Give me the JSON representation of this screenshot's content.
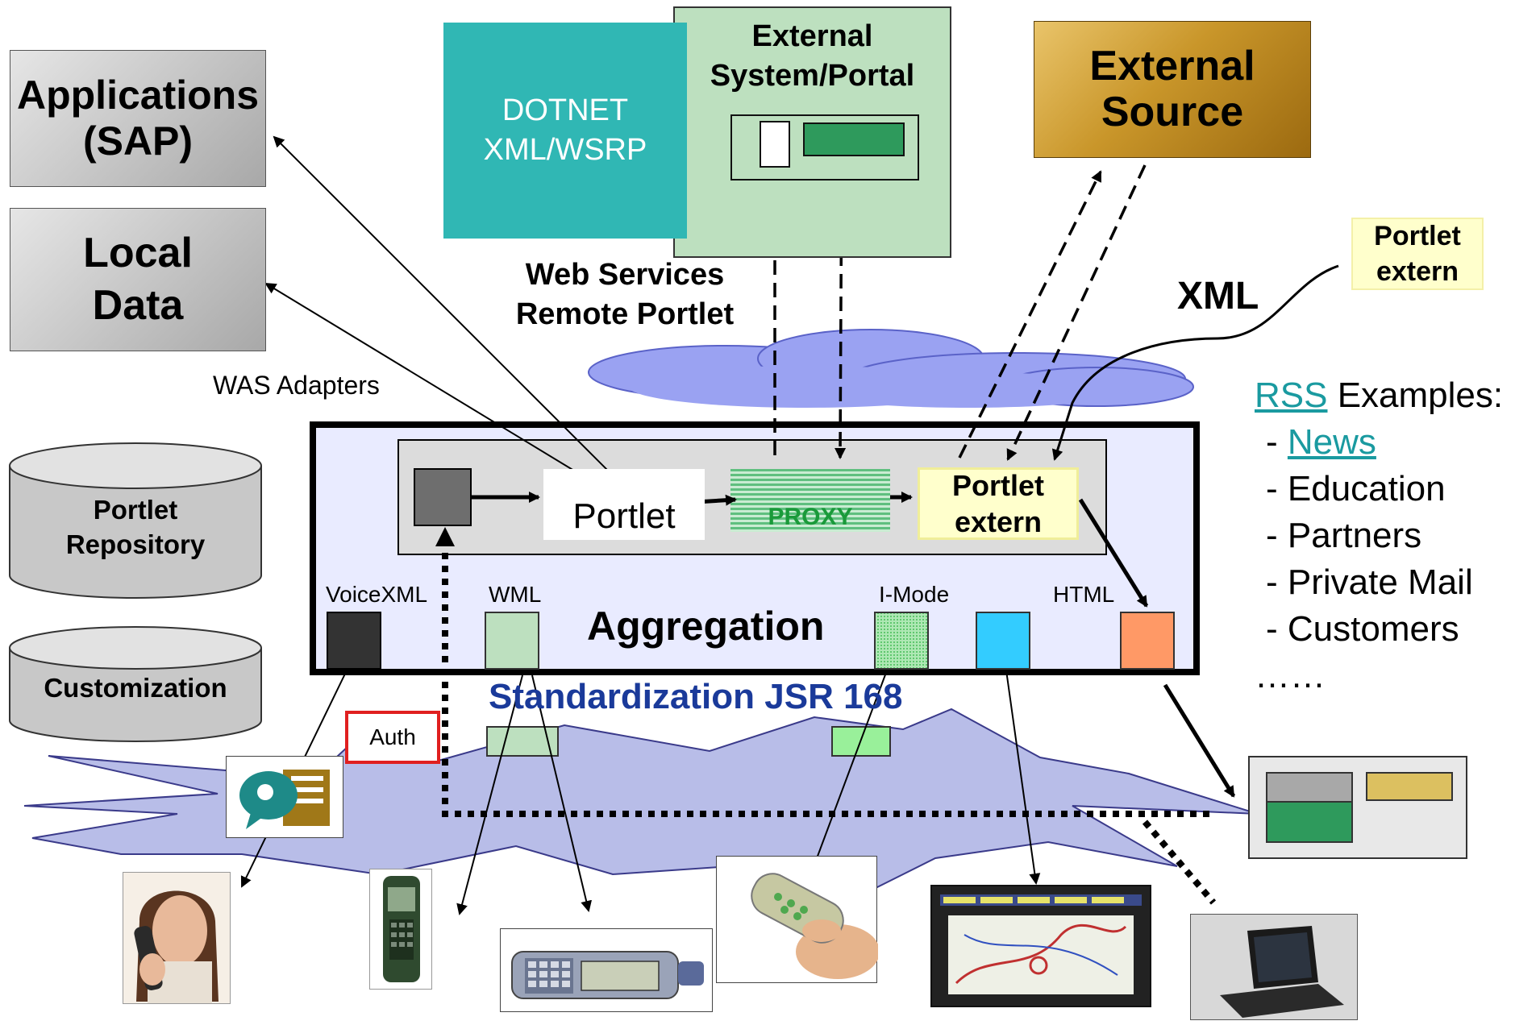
{
  "applications": {
    "line1": "Applications",
    "line2": "(SAP)"
  },
  "local_data": {
    "line1": "Local",
    "line2": "Data"
  },
  "portlet_repository": {
    "line1": "Portlet",
    "line2": "Repository"
  },
  "customization": {
    "label": "Customization"
  },
  "dotnet": {
    "line1": "DOTNET",
    "line2": "XML/WSRP"
  },
  "external_system": {
    "line1": "External",
    "line2": "System/Portal"
  },
  "external_source": {
    "line1": "External",
    "line2": "Source"
  },
  "web_services": {
    "line1": "Web Services",
    "line2": "Remote Portlet"
  },
  "xml_label": "XML",
  "portlet_extern_top": {
    "line1": "Portlet",
    "line2": "extern"
  },
  "was_adapters": "WAS Adapters",
  "aggregation": {
    "portlet": "Portlet",
    "proxy": "PROXY",
    "portlet_extern": {
      "line1": "Portlet",
      "line2": "extern"
    },
    "title": "Aggregation",
    "channels": {
      "voicexml": "VoiceXML",
      "wml": "WML",
      "imode": "I-Mode",
      "html": "HTML"
    }
  },
  "standardization": "Standardization JSR 168",
  "auth": "Auth",
  "rss": {
    "link": "RSS",
    "title_rest": " Examples:",
    "items": [
      {
        "prefix": "- ",
        "text": "News",
        "link": true
      },
      {
        "prefix": "- ",
        "text": "Education",
        "link": false
      },
      {
        "prefix": "- ",
        "text": "Partners",
        "link": false
      },
      {
        "prefix": "- ",
        "text": "Private Mail",
        "link": false
      },
      {
        "prefix": "- ",
        "text": "Customers",
        "link": false
      }
    ],
    "ellipsis": "……"
  },
  "colors": {
    "teal": "#30b7b4",
    "mint": "#bde0bf",
    "dark_green": "#2e9a5c",
    "gold": "#c9962a",
    "cream": "#ffffcc",
    "cloud": "#9aa2f2",
    "network": "#b8bde8",
    "aggregation_bg": "#e9ebff",
    "link": "#1a9aa0",
    "title_blue": "#1a3a9a",
    "orange": "#ff9966",
    "cyan": "#33ccff",
    "auth_red": "#e02020"
  },
  "icons": [
    "speech-bubble-icon",
    "woman-phone-icon",
    "mobile-phone-icon",
    "communicator-icon",
    "remote-control-icon",
    "gps-screen-icon",
    "browser-window-icon",
    "laptop-icon"
  ]
}
